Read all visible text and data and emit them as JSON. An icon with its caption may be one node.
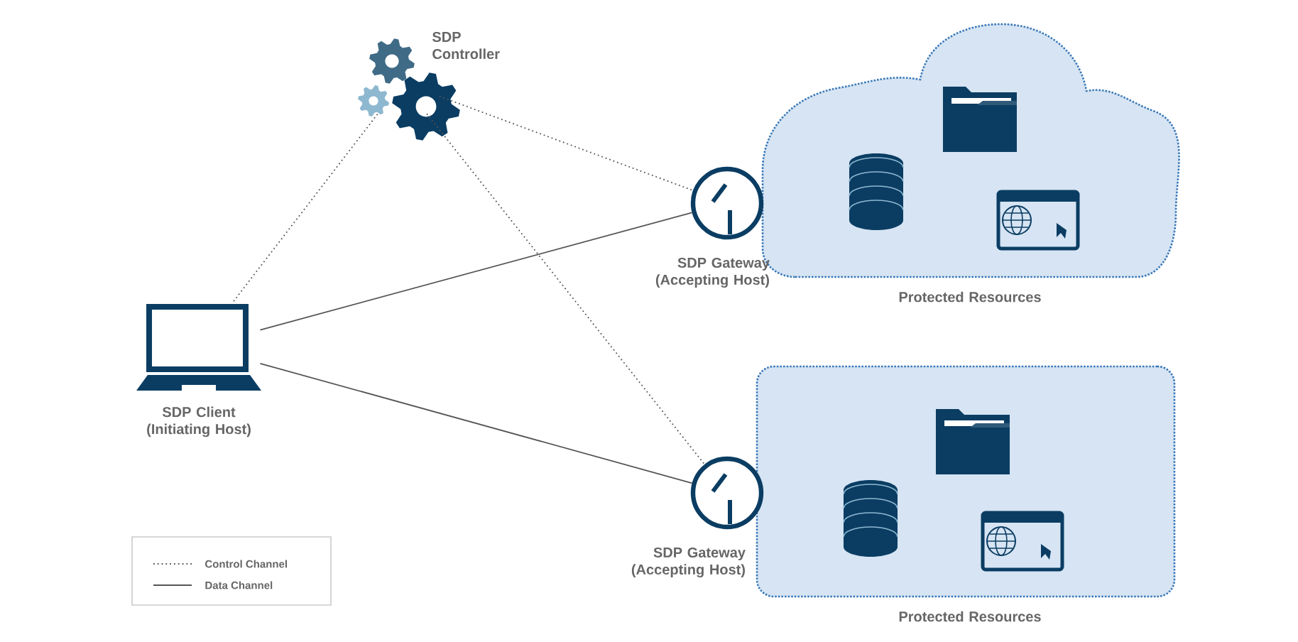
{
  "diagram": {
    "nodes": [
      {
        "text": [
          "SDP Controller"
        ]
      },
      {
        "text": [
          "SDP Client (Initiating Host)"
        ]
      },
      {
        "text": [
          "SDP Gateway (Accepting Host)"
        ]
      },
      {
        "text": [
          "Protected Resources"
        ]
      },
      {
        "text": [
          "SDP Gateway (Accepting Host)"
        ]
      },
      {
        "text": [
          "Protected Resources"
        ]
      }
    ],
    "edges": [
      {
        "from": 0,
        "to": 1,
        "arrow": "none",
        "style": "dashed"
      },
      {
        "from": 0,
        "to": 2,
        "arrow": "none",
        "style": "dashed"
      },
      {
        "from": 0,
        "to": 4,
        "arrow": "none",
        "style": "dashed"
      },
      {
        "from": 1,
        "to": 2,
        "arrow": "none"
      },
      {
        "from": 1,
        "to": 4,
        "arrow": "none"
      }
    ],
    "legend": [
      {
        "text": "Control Channel"
      },
      {
        "text": "Data Channel"
      }
    ]
  }
}
